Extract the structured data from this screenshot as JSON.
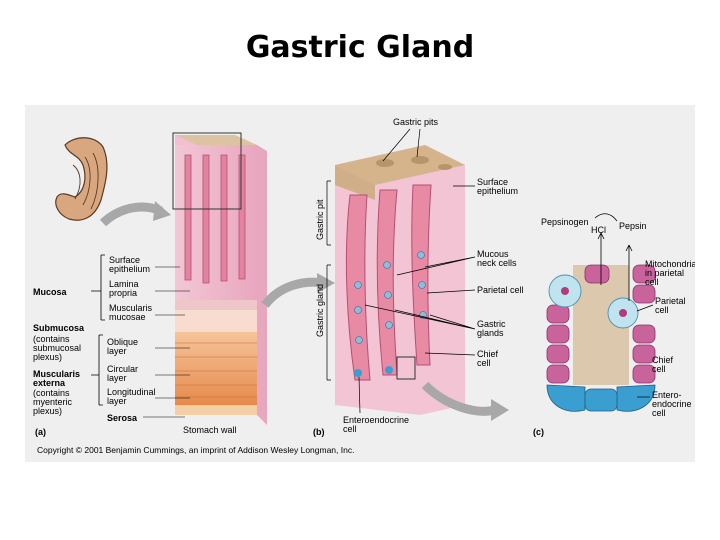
{
  "title": "Gastric Gland",
  "panel_a": {
    "letter": "(a)",
    "caption": "Stomach wall",
    "layers": [
      {
        "name": "Mucosa",
        "bold": true
      },
      {
        "name": "Submucosa",
        "bold": true,
        "note": [
          "(contains",
          "submucosal",
          "plexus)"
        ]
      },
      {
        "name": "Muscularis",
        "bold": true,
        "name2": "externa",
        "note": [
          "(contains",
          "myenteric",
          "plexus)"
        ]
      },
      {
        "name": "Serosa",
        "bold": true
      }
    ],
    "mucosa_parts": [
      [
        "Surface",
        "epithelium"
      ],
      [
        "Lamina",
        "propria"
      ],
      [
        "Muscularis",
        "mucosae"
      ]
    ],
    "muscle_parts": [
      [
        "Oblique",
        "layer"
      ],
      [
        "Circular",
        "layer"
      ],
      [
        "Longitudinal",
        "layer"
      ]
    ]
  },
  "panel_b": {
    "letter": "(b)",
    "gastric_pits": "Gastric pits",
    "gastric_pit_side": "Gastric pit",
    "gastric_gland_side": "Gastric gland",
    "surface_epithelium": [
      "Surface",
      "epithelium"
    ],
    "mucous_neck": [
      "Mucous",
      "neck cells"
    ],
    "parietal": "Parietal cell",
    "glands": [
      "Gastric",
      "glands"
    ],
    "chief": [
      "Chief",
      "cell"
    ],
    "enteroendocrine": [
      "Enteroendocrine",
      "cell"
    ]
  },
  "panel_c": {
    "letter": "(c)",
    "pepsinogen": "Pepsinogen",
    "pepsin": "Pepsin",
    "hcl": "HCl",
    "mitochondria": [
      "Mitochondria",
      "in parietal",
      "cell"
    ],
    "parietal": [
      "Parietal",
      "cell"
    ],
    "chief": [
      "Chief",
      "cell"
    ],
    "entero": [
      "Entero-",
      "endocrine",
      "cell"
    ]
  },
  "copyright": "Copyright © 2001 Benjamin Cummings, an imprint of Addison Wesley Longman, Inc.",
  "colors": {
    "panel_bg": "#efefef",
    "mucosa_pink": "#eeb7cb",
    "surface_tan": "#d8bf9c",
    "gland_pink": "#e58ea6",
    "muscle_orange": "#eea56b",
    "cell_blue": "#3a9fd0",
    "gland_purple": "#c8639c",
    "arrow_gray": "#a0a0a0"
  }
}
